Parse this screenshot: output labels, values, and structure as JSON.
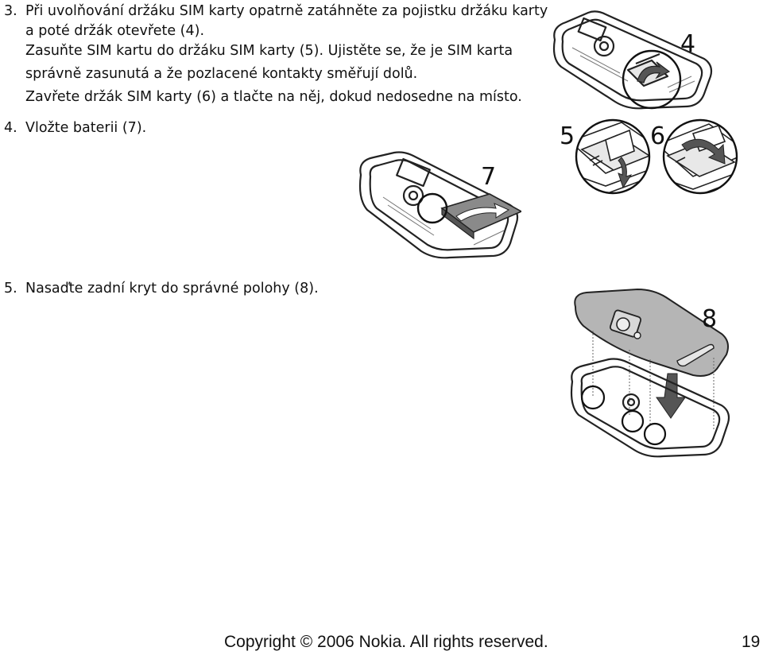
{
  "steps": [
    {
      "number": "3.",
      "lines": [
        "Při uvolňování držáku SIM karty opatrně zatáhněte za pojistku držáku karty",
        "a poté držák otevřete (4).",
        "Zasuňte SIM kartu do držáku SIM karty (5). Ujistěte se, že je SIM karta",
        "správně zasunutá a že pozlacené kontakty směřují dolů.",
        "Zavřete držák SIM karty (6) a tlačte na něj, dokud nedosedne na místo."
      ]
    },
    {
      "number": "4.",
      "text": "Vložte baterii (7)."
    },
    {
      "number": "5.",
      "text": "Nasaďte zadní kryt do správné polohy (8)."
    }
  ],
  "figures": {
    "fig4": {
      "label": "4"
    },
    "fig5": {
      "label": "5"
    },
    "fig6": {
      "label": "6"
    },
    "fig7": {
      "label": "7"
    },
    "fig8": {
      "label": "8"
    }
  },
  "footer": {
    "copyright": "Copyright © 2006 Nokia. All rights reserved.",
    "page_number": "19"
  }
}
